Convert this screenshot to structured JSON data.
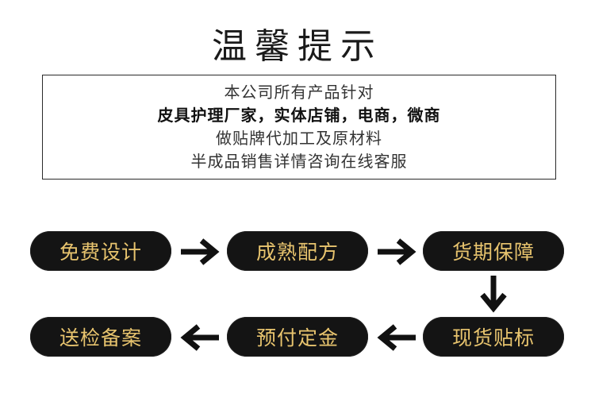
{
  "title": "温馨提示",
  "notice": {
    "line1": "本公司所有产品针对",
    "line2": "皮具护理厂家，实体店铺，电商，微商",
    "line3": "做贴牌代加工及原材料",
    "line4": "半成品销售详情咨询在线客服"
  },
  "steps": [
    "免费设计",
    "成熟配方",
    "货期保障",
    "现货贴标",
    "预付定金",
    "送检备案"
  ],
  "colors": {
    "pill_bg": "#141414",
    "pill_text": "#e8c46e",
    "arrow": "#111111"
  },
  "icons": {
    "arrow_right": "arrow-right-icon",
    "arrow_down": "arrow-down-icon",
    "arrow_left": "arrow-left-icon"
  }
}
